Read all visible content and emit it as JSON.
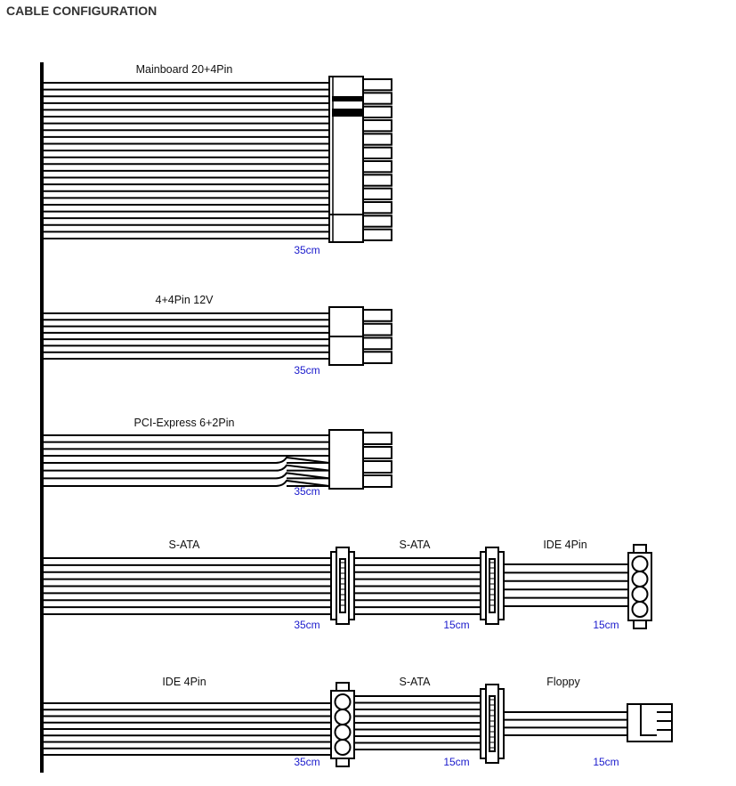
{
  "title": "CABLE CONFIGURATION",
  "colors": {
    "wire": "#000000",
    "length_text": "#1a1acc"
  },
  "cables": [
    {
      "name": "mainboard",
      "label": "Mainboard 20+4Pin",
      "length": "35cm"
    },
    {
      "name": "cpu",
      "label": "4+4Pin 12V",
      "length": "35cm"
    },
    {
      "name": "pcie",
      "label": "PCI-Express 6+2Pin",
      "length": "35cm"
    },
    {
      "name": "sata-chain",
      "segments": [
        {
          "label": "S-ATA",
          "length": "35cm"
        },
        {
          "label": "S-ATA",
          "length": "15cm"
        },
        {
          "label": "IDE 4Pin",
          "length": "15cm"
        }
      ]
    },
    {
      "name": "ide-chain",
      "segments": [
        {
          "label": "IDE 4Pin",
          "length": "35cm"
        },
        {
          "label": "S-ATA",
          "length": "15cm"
        },
        {
          "label": "Floppy",
          "length": "15cm"
        }
      ]
    }
  ]
}
